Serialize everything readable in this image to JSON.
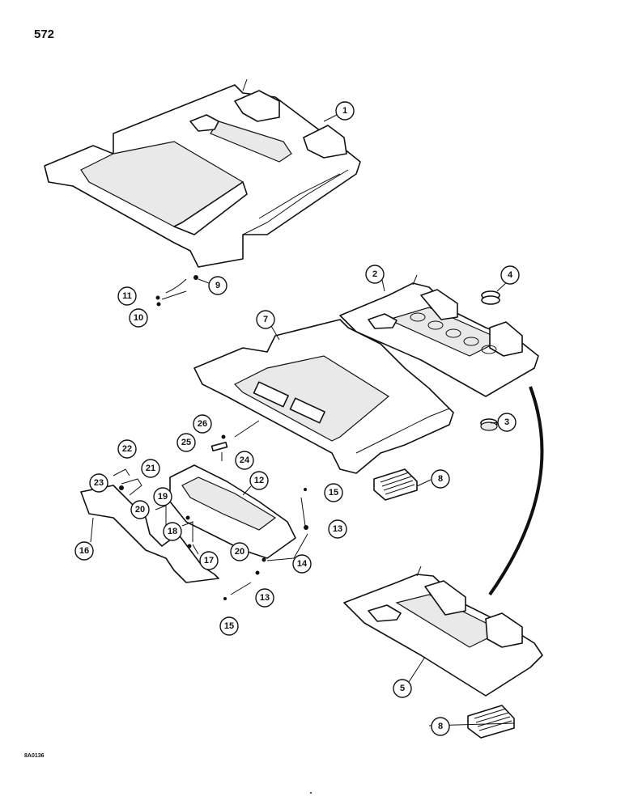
{
  "page": {
    "number": "572",
    "figure_id": "8A0136"
  },
  "callouts": [
    {
      "id": "c1",
      "label": "1"
    },
    {
      "id": "c2",
      "label": "2"
    },
    {
      "id": "c3",
      "label": "3"
    },
    {
      "id": "c4",
      "label": "4"
    },
    {
      "id": "c5",
      "label": "5"
    },
    {
      "id": "c7",
      "label": "7"
    },
    {
      "id": "c8a",
      "label": "8"
    },
    {
      "id": "c8b",
      "label": "8"
    },
    {
      "id": "c9",
      "label": "9"
    },
    {
      "id": "c10",
      "label": "10"
    },
    {
      "id": "c11",
      "label": "11"
    },
    {
      "id": "c12",
      "label": "12"
    },
    {
      "id": "c13a",
      "label": "13"
    },
    {
      "id": "c13b",
      "label": "13"
    },
    {
      "id": "c14",
      "label": "14"
    },
    {
      "id": "c15a",
      "label": "15"
    },
    {
      "id": "c15b",
      "label": "15"
    },
    {
      "id": "c16",
      "label": "16"
    },
    {
      "id": "c17",
      "label": "17"
    },
    {
      "id": "c18",
      "label": "18"
    },
    {
      "id": "c19",
      "label": "19"
    },
    {
      "id": "c20a",
      "label": "20"
    },
    {
      "id": "c20b",
      "label": "20"
    },
    {
      "id": "c21",
      "label": "21"
    },
    {
      "id": "c22",
      "label": "22"
    },
    {
      "id": "c23",
      "label": "23"
    },
    {
      "id": "c24",
      "label": "24"
    },
    {
      "id": "c25",
      "label": "25"
    },
    {
      "id": "c26",
      "label": "26"
    }
  ]
}
